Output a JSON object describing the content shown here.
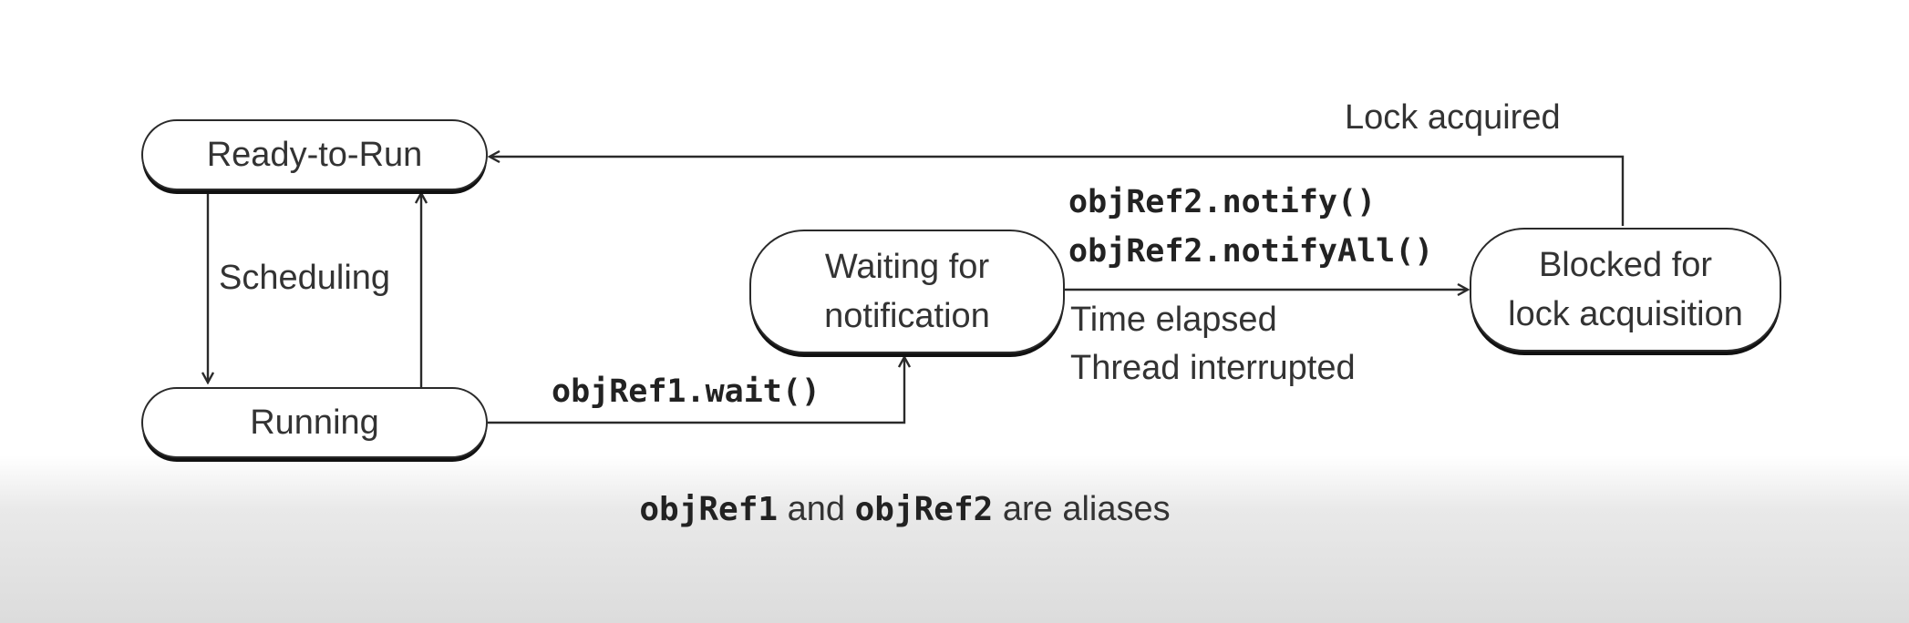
{
  "states": {
    "ready": "Ready-to-Run",
    "running": "Running",
    "waiting": "Waiting for\nnotification",
    "blocked": "Blocked for\nlock acquisition"
  },
  "transitions": {
    "scheduling": "Scheduling",
    "wait_call": "objRef1.wait()",
    "notify": "objRef2.notify()",
    "notify_all": "objRef2.notifyAll()",
    "time_elapsed": "Time elapsed",
    "thread_interrupted": "Thread interrupted",
    "lock_acquired": "Lock acquired"
  },
  "caption": {
    "ref1": "objRef1",
    "and": "and",
    "ref2": "objRef2",
    "rest": "are aliases"
  }
}
